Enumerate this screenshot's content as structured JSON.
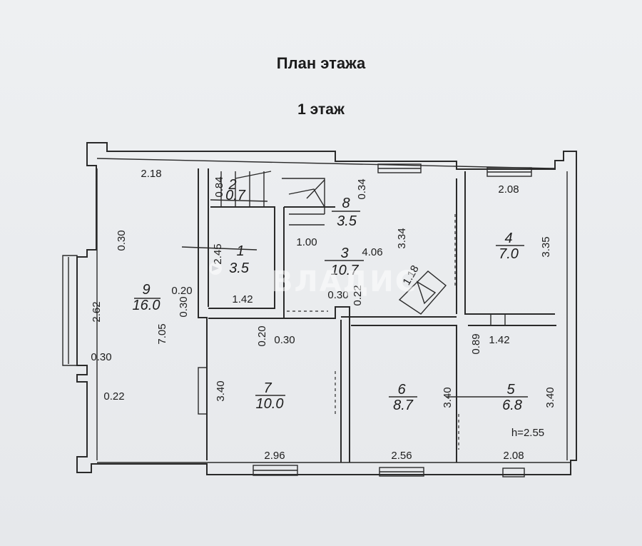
{
  "header": {
    "plan_title": "План этажа",
    "floor_title": "1 этаж"
  },
  "rooms": [
    {
      "id": "1",
      "number": "1",
      "area": "3.5"
    },
    {
      "id": "2",
      "number": "2",
      "area": "0.7"
    },
    {
      "id": "3",
      "number": "3",
      "area": "10.7"
    },
    {
      "id": "4",
      "number": "4",
      "area": "7.0"
    },
    {
      "id": "5",
      "number": "5",
      "area": "6.8"
    },
    {
      "id": "6",
      "number": "6",
      "area": "8.7"
    },
    {
      "id": "7",
      "number": "7",
      "area": "10.0"
    },
    {
      "id": "8",
      "number": "8",
      "area": "3.5"
    },
    {
      "id": "9",
      "number": "9",
      "area": "16.0"
    }
  ],
  "dimensions": {
    "d_2_18": "2.18",
    "d_0_84": "0.84",
    "d_0_34": "0.34",
    "d_2_08_top": "2.08",
    "d_0_30_left": "0.30",
    "d_2_45": "2.45",
    "d_1_00": "1.00",
    "d_4_06": "4.06",
    "d_3_34": "3.34",
    "d_3_35": "3.35",
    "d_1_18": "1.18",
    "d_2_62": "2.62",
    "d_0_20_a": "0.20",
    "d_0_30_b": "0.30",
    "d_1_42_a": "1.42",
    "d_0_30_c": "0.30",
    "d_0_22_a": "0.22",
    "d_0_20_b": "0.20",
    "d_0_30_d": "0.30",
    "d_1_42_b": "1.42",
    "d_0_89": "0.89",
    "d_7_05": "7.05",
    "d_0_30_e": "0.30",
    "d_0_22_b": "0.22",
    "d_3_40_a": "3.40",
    "d_3_40_b": "3.40",
    "d_3_40_c": "3.40",
    "d_2_96": "2.96",
    "d_2_56": "2.56",
    "d_2_08_bottom": "2.08",
    "height": "h=2.55"
  },
  "watermark": {
    "text": "ВЛАДИС"
  }
}
